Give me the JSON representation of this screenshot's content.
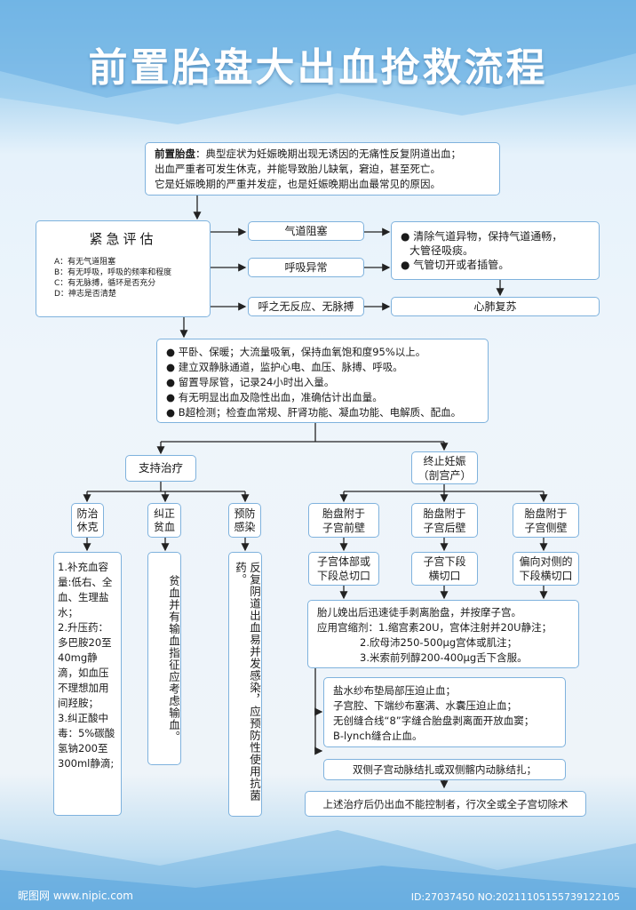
{
  "title": "前置胎盘大出血抢救流程",
  "intro": {
    "term": "前置胎盘",
    "line1": "：典型症状为妊娠晚期出现无诱因的无痛性反复阴道出血；",
    "line2": "出血严重者可发生休克，并能导致胎儿缺氧，窘迫，甚至死亡。",
    "line3": "它是妊娠晚期的严重并发症，也是妊娠晚期出血最常见的原因。"
  },
  "assessment": {
    "title": "紧急评估",
    "items": [
      "A：有无气道阻塞",
      "B：有无呼吸，呼吸的频率和程度",
      "C：有无脉搏，循环是否充分",
      "D：神志是否清楚"
    ]
  },
  "findings": [
    "气道阻塞",
    "呼吸异常",
    "呼之无反应、无脉搏"
  ],
  "airway_actions": [
    "● 清除气道异物，保持气道通畅，",
    "大管径吸痰。",
    "● 气管切开或者插管。"
  ],
  "cpr": "心肺复苏",
  "general_measures": [
    "● 平卧、保暖；大流量吸氧，保持血氧饱和度95%以上。",
    "● 建立双静脉通道，监护心电、血压、脉搏、呼吸。",
    "● 留置导尿管，记录24小时出入量。",
    "● 有无明显出血及隐性出血，准确估计出血量。",
    "● B超检测；检查血常规、肝肾功能、凝血功能、电解质、配血。"
  ],
  "support": {
    "title": "支持治疗",
    "branches": [
      {
        "title": "防治休克",
        "detail": [
          "1.补充血容",
          "量:低右、全",
          "血、生理盐",
          "水；",
          "2.升压药：",
          "多巴胺20至",
          "40mg静",
          "滴，如血压",
          "不理想加用",
          "间羟胺；",
          "3.纠正酸中",
          "毒：5%碳酸",
          "氢钠200至",
          "300ml静滴;"
        ]
      },
      {
        "title": "纠正贫血",
        "detail": "贫血并有输血指征应考虑输血。"
      },
      {
        "title": "预防感染",
        "detail": "反复阴道出血易并发感染，应预防性使用抗菌药。"
      }
    ]
  },
  "terminate": {
    "title_line1": "终止妊娠",
    "title_line2": "（剖宫产）",
    "positions": [
      {
        "l1": "胎盘附于",
        "l2": "子宫前壁",
        "c1": "子宫体部或",
        "c2": "下段总切口"
      },
      {
        "l1": "胎盘附于",
        "l2": "子宫后壁",
        "c1": "子宫下段",
        "c2": "横切口"
      },
      {
        "l1": "胎盘附于",
        "l2": "子宫侧壁",
        "c1": "偏向对侧的",
        "c2": "下段横切口"
      }
    ],
    "delivery": [
      "胎儿娩出后迅速徒手剥离胎盘，并按摩子宫。",
      "应用宫缩剂：1.缩宫素20U，宫体注射并20U静注；",
      "2.欣母沛250-500μg宫体或肌注；",
      "3.米索前列醇200-400μg舌下含服。"
    ],
    "hemostasis": [
      "盐水纱布垫局部压迫止血；",
      "子宫腔、下端纱布塞满、水囊压迫止血；",
      "无创缝合线“8”字缝合胎盘剥离面开放血窦；",
      "B-lynch缝合止血。"
    ],
    "ligation": "双侧子宫动脉结扎或双侧髂内动脉结扎；",
    "hysterectomy": "上述治疗后仍出血不能控制者，行次全或全子宫切除术"
  },
  "watermark": {
    "site": "昵图网 www.nipic.com",
    "id": "ID:27037450 NO:20211105155739122105"
  }
}
